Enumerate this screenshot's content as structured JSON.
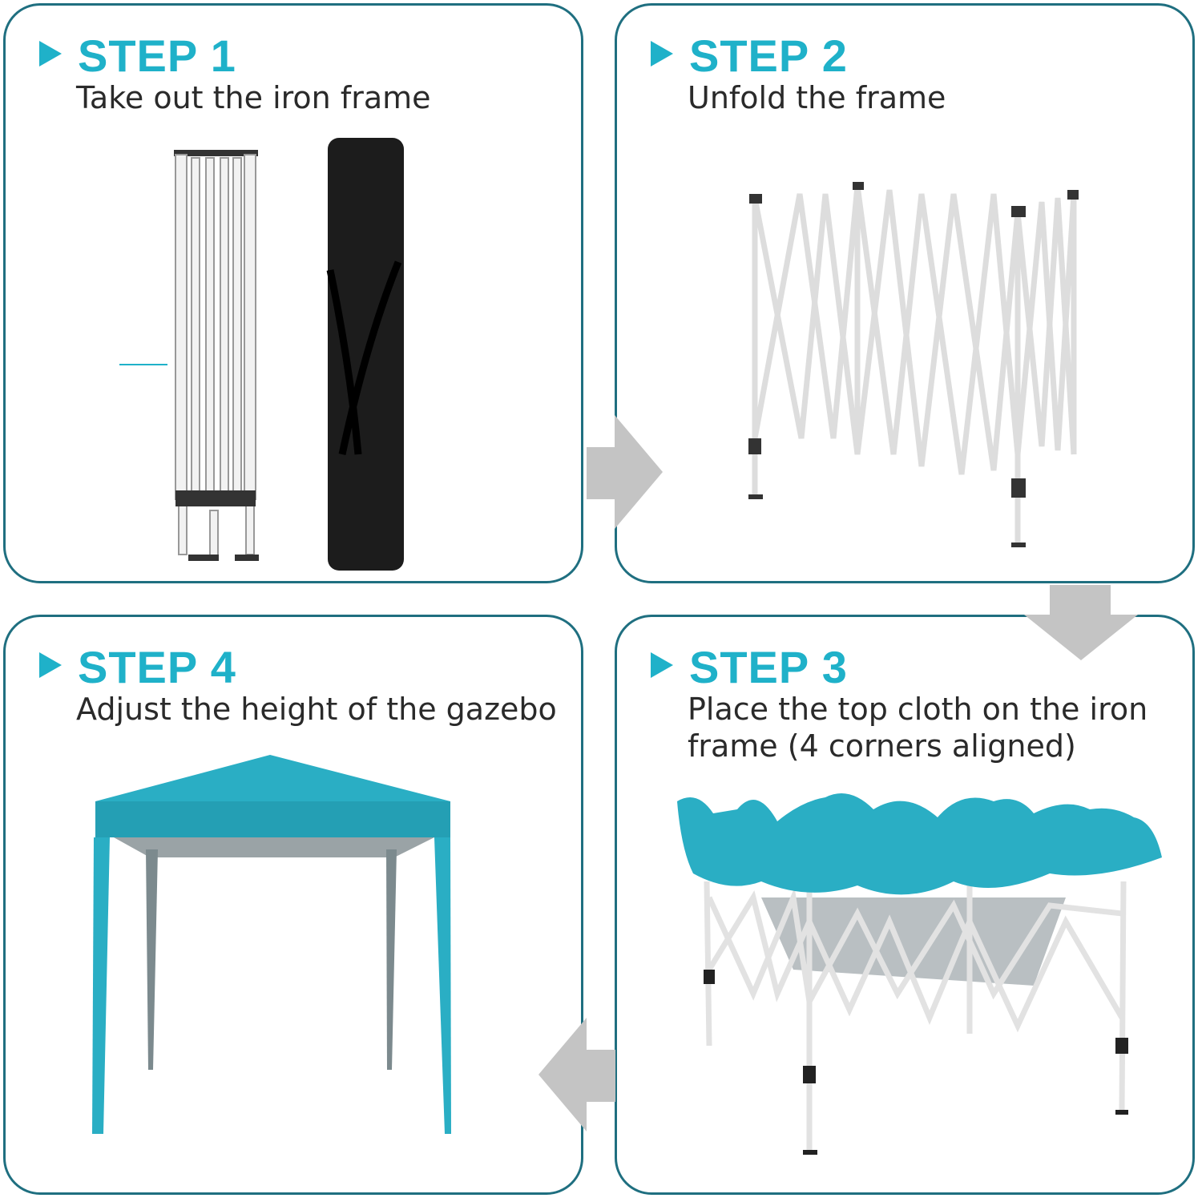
{
  "steps": [
    {
      "title": "STEP 1",
      "description": "Take out the iron frame"
    },
    {
      "title": "STEP 2",
      "description": "Unfold the frame"
    },
    {
      "title": "STEP 3",
      "description": "Place the top cloth on the iron frame (4 corners aligned)"
    },
    {
      "title": "STEP 4",
      "description": "Adjust the height of the gazebo"
    }
  ],
  "colors": {
    "accent": "#1fb1c9",
    "border": "#1f6f80",
    "arrow": "#c4c4c4",
    "canopy": "#2aaec4"
  }
}
